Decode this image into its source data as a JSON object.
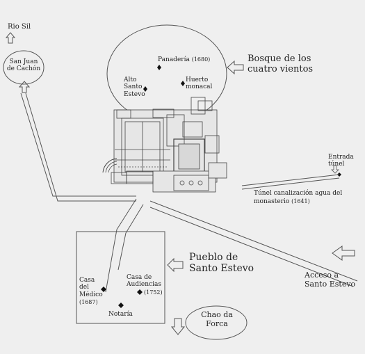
{
  "map": {
    "labels": {
      "rio_sil": "Rio Sil",
      "san_juan": "San Juan de Cachón",
      "panaderia": "Panadería",
      "panaderia_year": "(1680)",
      "alto_santo_estevo": "Alto Santo Estevo",
      "huerto": "Huerto monacal",
      "bosque": "Bosque de los cuatro vientos",
      "entrada_tunel": "Entrada túnel",
      "tunel_line1": "Túnel canalización agua del",
      "tunel_line2": "monasterio",
      "tunel_year": "(1641)",
      "pueblo": "Pueblo de Santo Estevo",
      "casa_medico": "Casa del Médico",
      "casa_medico_year": "(1687)",
      "casa_audiencias": "Casa de Audiencias",
      "casa_audiencias_year": "(1752)",
      "notaria": "Notaría",
      "acceso": "Acceso a Santo Estevo",
      "chao": "Chao da Forca"
    }
  }
}
